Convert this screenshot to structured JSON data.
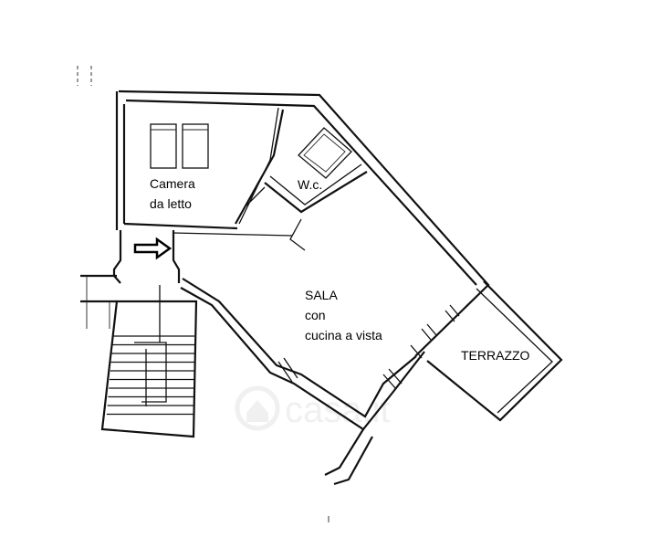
{
  "rooms": {
    "bedroom_line1": "Camera",
    "bedroom_line2": "da letto",
    "wc": "W.c.",
    "living_line1": "SALA",
    "living_line2": "con",
    "living_line3": "cucina a vista",
    "terrace": "TERRAZZO"
  },
  "icons": {
    "entrance": "arrow-right-outline",
    "bed": "twin-beds",
    "bathtub": "bathtub",
    "stairs": "staircase"
  },
  "watermark": "casa.it"
}
